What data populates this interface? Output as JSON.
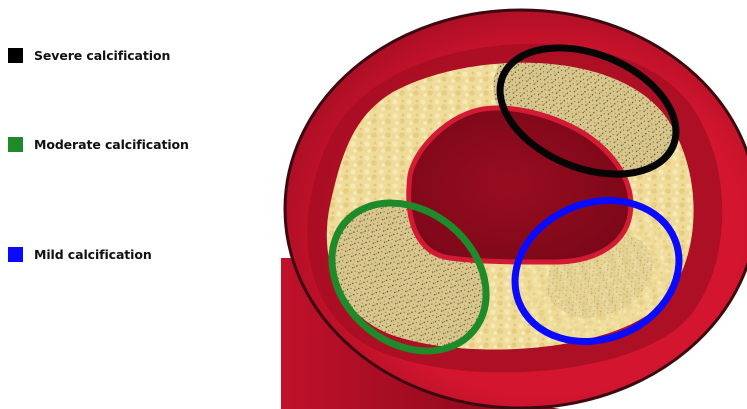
{
  "legend": {
    "items": [
      {
        "key": "severe",
        "label": "Severe calcification",
        "color": "#000000"
      },
      {
        "key": "moderate",
        "label": "Moderate calcification",
        "color": "#1f8a2a"
      },
      {
        "key": "mild",
        "label": "Mild calcification",
        "color": "#0a0aff"
      }
    ]
  },
  "illustration": {
    "colors": {
      "vessel_wall": "#c4112a",
      "vessel_wall_dark": "#8e0b1e",
      "plaque": "#efdc9a",
      "lumen": "#8b0a1c",
      "outline": "#3a0a10"
    }
  }
}
